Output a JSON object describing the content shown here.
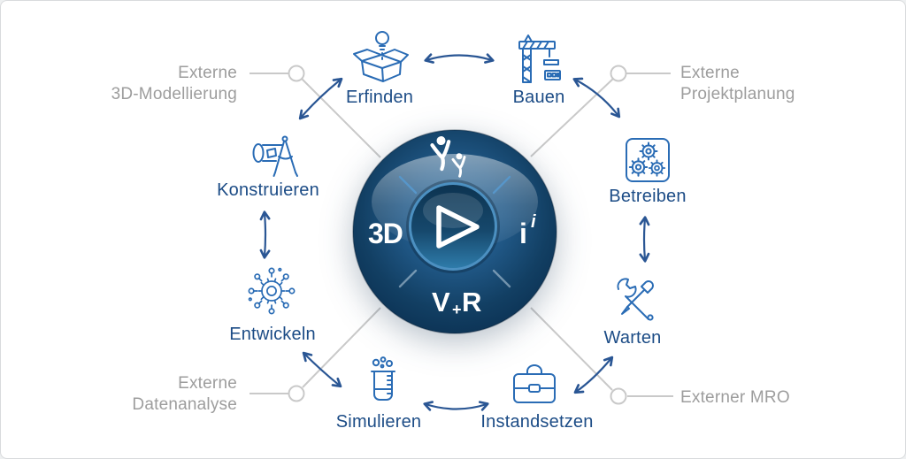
{
  "diagram": {
    "center_logo": {
      "left": "3D",
      "right_main": "i",
      "right_sup": "i",
      "bottom_v": "V",
      "bottom_plus": "+",
      "bottom_r": "R"
    },
    "nodes": [
      {
        "id": "erfinden",
        "label": "Erfinden",
        "icon": "open-box-lightbulb-icon"
      },
      {
        "id": "bauen",
        "label": "Bauen",
        "icon": "construction-crane-icon"
      },
      {
        "id": "betreiben",
        "label": "Betreiben",
        "icon": "gears-panel-icon"
      },
      {
        "id": "warten",
        "label": "Warten",
        "icon": "crossed-tools-icon"
      },
      {
        "id": "instandsetzen",
        "label": "Instandsetzen",
        "icon": "toolbox-icon"
      },
      {
        "id": "simulieren",
        "label": "Simulieren",
        "icon": "beaker-icon"
      },
      {
        "id": "entwickeln",
        "label": "Entwickeln",
        "icon": "network-hub-icon"
      },
      {
        "id": "konstruieren",
        "label": "Konstruieren",
        "icon": "blueprint-compass-icon"
      }
    ],
    "externals": [
      {
        "id": "modellierung",
        "line1": "Externe",
        "line2": "3D-Modellierung"
      },
      {
        "id": "projektplanung",
        "line1": "Externe",
        "line2": "Projektplanung"
      },
      {
        "id": "mro",
        "line1": "Externer MRO"
      },
      {
        "id": "datenanalyse",
        "line1": "Externe",
        "line2": "Datenanalyse"
      }
    ],
    "colors": {
      "label_blue": "#1c4c86",
      "icon_blue": "#2a6cb5",
      "arrow_blue": "#2a5694",
      "gray_text": "#9d9d9d",
      "gray_line": "#c9c9c9",
      "logo_navy": "#0b3153"
    }
  }
}
